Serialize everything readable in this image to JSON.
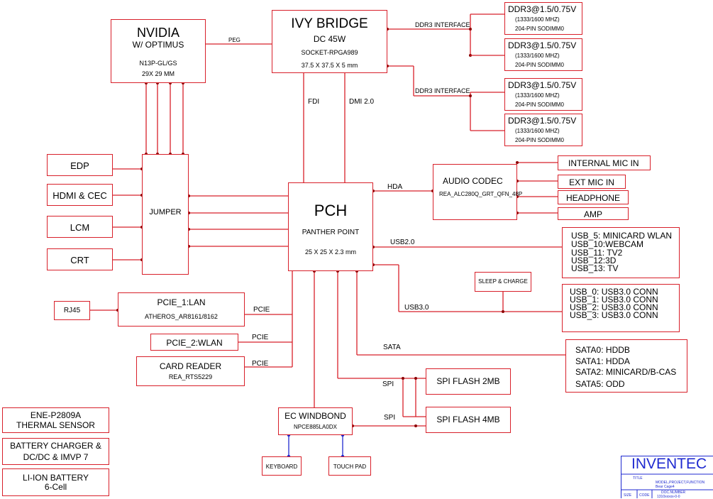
{
  "cpu": {
    "title": "IVY BRIDGE",
    "power": "DC 45W",
    "socket": "SOCKET-RPGA989",
    "size": "37.5 X 37.5 X 5 mm"
  },
  "gpu": {
    "title": "NVIDIA",
    "subtitle": "W/ OPTIMUS",
    "part": "N13P-GL/GS",
    "size": "29X 29 MM"
  },
  "pch": {
    "title": "PCH",
    "name": "PANTHER POINT",
    "size": "25 X 25 X 2.3 mm"
  },
  "jumper": {
    "label": "JUMPER"
  },
  "displays": [
    "EDP",
    "HDMI &  CEC",
    "LCM",
    "CRT"
  ],
  "ddr3": {
    "title": "DDR3@1.5/0.75V",
    "speed": "(1333/1600 MHZ)",
    "slot": "204-PIN SODIMM0",
    "interface_label": "DDR3 INTERFACE",
    "count": 4
  },
  "buses": {
    "peg": "PEG",
    "fdi": "FDI",
    "dmi": "DMI 2.0",
    "hda": "HDA",
    "usb2": "USB2.0",
    "usb3": "USB3.0",
    "sata": "SATA",
    "spi": "SPI",
    "pcie": "PCIE"
  },
  "audio": {
    "title": "AUDIO CODEC",
    "part": "REA_ALC280Q_GRT_QFN_48P",
    "outputs": [
      "INTERNAL MIC IN",
      "EXT MIC IN",
      "HEADPHONE",
      "AMP"
    ]
  },
  "usb2_ports": [
    "USB_5: MINICARD WLAN",
    "USB_10:WEBCAM",
    "USB_11: TV2",
    "USB_12:3D",
    "USB_13: TV"
  ],
  "sleep_charge": "SLEEP & CHARGE",
  "usb3_ports": [
    "USB_0: USB3.0 CONN",
    "USB_1: USB3.0 CONN",
    "USB_2: USB3.0 CONN",
    "USB_3: USB3.0 CONN"
  ],
  "sata_ports": [
    "SATA0: HDDB",
    "SATA1: HDDA",
    "SATA2: MINICARD/B-CAS",
    "SATA5: ODD"
  ],
  "lan": {
    "title": "PCIE_1:LAN",
    "part": "ATHEROS_AR8161/8162",
    "rj45": "RJ45"
  },
  "wlan": {
    "title": "PCIE_2:WLAN"
  },
  "card_reader": {
    "title": "CARD READER",
    "part": "REA_RTS5229"
  },
  "spi_flash": [
    "SPI FLASH 2MB",
    "SPI FLASH 4MB"
  ],
  "ec": {
    "title": "EC WINDBOND",
    "part": "NPCE885LA0DX",
    "keyboard": "KEYBOARD",
    "touchpad": "TOUCH PAD"
  },
  "left_blocks": {
    "thermal": [
      "ENE-P2809A",
      "THERMAL SENSOR"
    ],
    "charger": [
      "BATTERY CHARGER &",
      "DC/DC & IMVP 7"
    ],
    "battery": [
      "LI-ION BATTERY",
      "6-Cell"
    ]
  },
  "title_block": {
    "company": "INVENTEC",
    "title_label": "TITLE",
    "project": "MODEL,PROJECT,FUNCTION",
    "project_sub": "Bear Cage4",
    "size_label": "SIZE",
    "code_label": "CODE",
    "doc_label": "DOC.NUMBER",
    "doc_value": "1310xxxxx-0-0"
  }
}
